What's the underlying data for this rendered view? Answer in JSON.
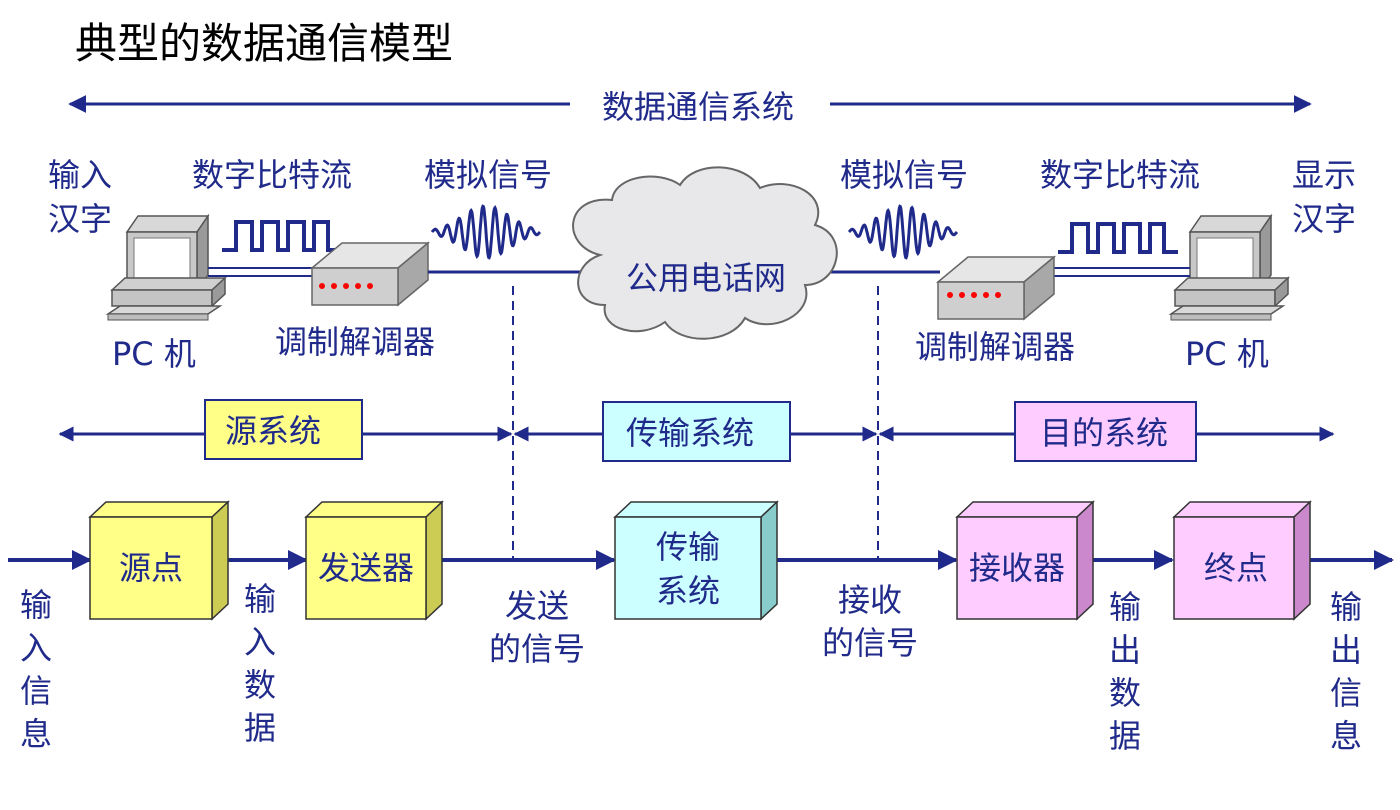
{
  "title": "典型的数据通信模型",
  "system_label": "数据通信系统",
  "top": {
    "left_input": [
      "输入",
      "汉字"
    ],
    "right_output": [
      "显示",
      "汉字"
    ],
    "digital_stream_left": "数字比特流",
    "digital_stream_right": "数字比特流",
    "analog_left": "模拟信号",
    "analog_right": "模拟信号",
    "cloud": "公用电话网",
    "modem_left": "调制解调器",
    "modem_right": "调制解调器",
    "pc_left": "PC 机",
    "pc_right": "PC 机"
  },
  "segments": {
    "source": "源系统",
    "transmission": "传输系统",
    "destination": "目的系统"
  },
  "blocks": {
    "source_point": "源点",
    "transmitter": "发送器",
    "transmission": [
      "传输",
      "系统"
    ],
    "receiver": "接收器",
    "destination_point": "终点"
  },
  "flow_labels": {
    "input_info": [
      "输",
      "入",
      "信",
      "息"
    ],
    "input_data": [
      "输",
      "入",
      "数",
      "据"
    ],
    "sent_signal": [
      "发送",
      "的信号"
    ],
    "received_signal": [
      "接收",
      "的信号"
    ],
    "output_data": [
      "输",
      "出",
      "数",
      "据"
    ],
    "output_info": [
      "输",
      "出",
      "信",
      "息"
    ]
  },
  "colors": {
    "ink": "#1f2a8a",
    "source_fill": "#ffff88",
    "transmission_fill": "#ccffff",
    "destination_fill": "#ffccff",
    "modem_light": "#ff0000"
  }
}
